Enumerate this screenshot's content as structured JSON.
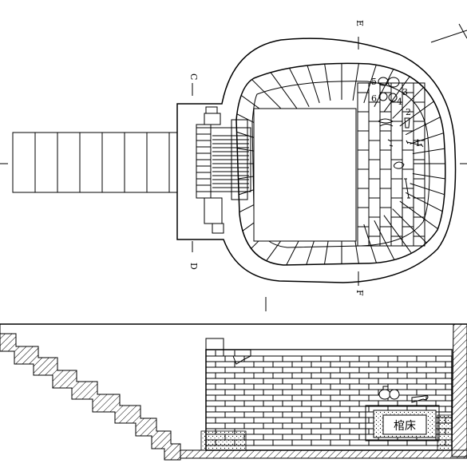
{
  "diagram": {
    "section_labels": {
      "c": "C",
      "d": "D",
      "e": "E",
      "f": "F"
    },
    "find_numbers": [
      "1",
      "2",
      "3",
      "4",
      "5",
      "6"
    ],
    "section_view": {
      "coffin_platform_label": "棺床"
    }
  }
}
